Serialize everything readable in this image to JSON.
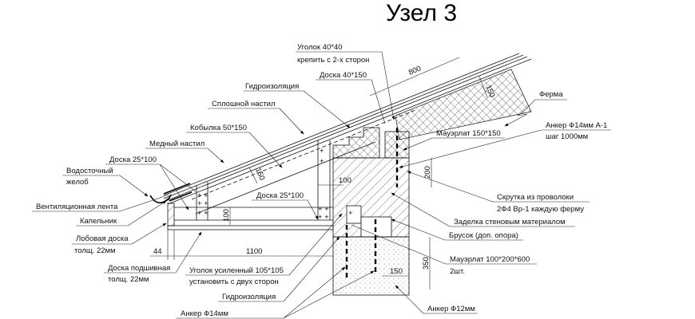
{
  "title": "Узел 3",
  "labels": {
    "ugolok_40": "Уголок 40*40",
    "ugolok_40_note": "крепить с 2-х сторон",
    "doska_40_150": "Доска 40*150",
    "gidro_top": "Гидроизоляция",
    "splosh_nastil": "Сплошной настил",
    "kobylka": "Кобылка 50*150",
    "medny_nastil": "Медный настил",
    "doska_25_100_a": "Доска 25*100",
    "vodostoch_1": "Водосточный",
    "vodostoch_2": "желоб",
    "vent_lenta": "Вентиляционная лента",
    "kapelnik": "Капельник",
    "lobovaya_1": "Лобовая доска",
    "lobovaya_2": "толщ. 22мм",
    "podshiv_1": "Доска подшивная",
    "podshiv_2": "толщ. 22мм",
    "ugolok_105_1": "Уголок усиленный 105*105",
    "ugolok_105_2": "установить с двух сторон",
    "gidro_bottom": "Гидроизоляция",
    "anker_14": "Анкер Ф14мм",
    "doska_25_100_b": "Доска 25*100",
    "ferma": "Ферма",
    "anker_14_a1_1": "Анкер Ф14мм А-1",
    "anker_14_a1_2": "шаг 1000мм",
    "mauerlat_150": "Мауэрлат 150*150",
    "skrutka_1": "Скрутка из проволоки",
    "skrutka_2": "2Ф4 Вр-1 каждую ферму",
    "zadelka": "Заделка стеновым материалом",
    "brusok": "Брусок (доп. опора)",
    "mauerlat_100_1": "Мауэрлат 100*200*600",
    "mauerlat_100_2": "2шт.",
    "anker_12": "Анкер Ф12мм"
  },
  "dimensions": {
    "d800": "800",
    "d150_insul": "150",
    "d150_rafter": "150",
    "d100_h": "100",
    "d100_v": "100",
    "d200": "200",
    "d350": "350",
    "d150_base": "150",
    "d44": "44",
    "d1100": "1100"
  }
}
